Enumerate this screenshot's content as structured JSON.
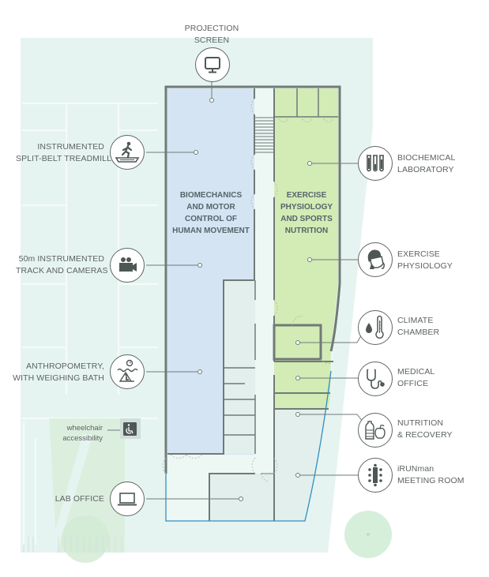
{
  "title": "Lab floor plan",
  "zones": {
    "biomechanics": [
      "BIOMECHANICS",
      "AND MOTOR",
      "CONTROL OF",
      "HUMAN MOVEMENT"
    ],
    "exercise": [
      "EXERCISE",
      "PHYSIOLOGY",
      "AND SPORTS",
      "NUTRITION"
    ]
  },
  "callouts": {
    "projection_screen": {
      "lines": [
        "PROJECTION",
        "SCREEN"
      ],
      "icon": "monitor-icon"
    },
    "treadmill": {
      "lines": [
        "INSTRUMENTED",
        "SPLIT-BELT TREADMILL"
      ],
      "icon": "treadmill-icon"
    },
    "track": {
      "lines": [
        "50m INSTRUMENTED",
        "TRACK AND CAMERAS"
      ],
      "icon": "video-camera-icon"
    },
    "anthropometry": {
      "lines": [
        "ANTHROPOMETRY,",
        "WITH WEIGHING BATH"
      ],
      "icon": "weighing-bath-icon"
    },
    "lab_office": {
      "lines": [
        "LAB OFFICE"
      ],
      "icon": "laptop-icon"
    },
    "biochemical_lab": {
      "lines": [
        "BIOCHEMICAL",
        "LABORATORY"
      ],
      "icon": "test-tubes-icon"
    },
    "exercise_physiology": {
      "lines": [
        "EXERCISE",
        "PHYSIOLOGY"
      ],
      "icon": "gas-mask-icon"
    },
    "climate_chamber": {
      "lines": [
        "CLIMATE",
        "CHAMBER"
      ],
      "icon": "thermometer-drop-icon"
    },
    "medical_office": {
      "lines": [
        "MEDICAL",
        "OFFICE"
      ],
      "icon": "stethoscope-icon"
    },
    "nutrition": {
      "lines": [
        "NUTRITION",
        "& RECOVERY"
      ],
      "icon": "bottle-apple-icon"
    },
    "meeting_room": {
      "lines": [
        "iRUNman",
        "MEETING ROOM"
      ],
      "icon": "meeting-table-icon"
    }
  },
  "accessibility": {
    "lines": [
      "wheelchair",
      "accessibility"
    ],
    "icon": "wheelchair-icon"
  },
  "colors": {
    "site": "#e6f4f1",
    "biomechanics_zone": "#d4e4f2",
    "exercise_zone": "#d3ebb5",
    "walls": "#707a77",
    "outline_blue": "#2f8fc4",
    "green_area": "#d9eedb",
    "text": "#5c6361"
  }
}
